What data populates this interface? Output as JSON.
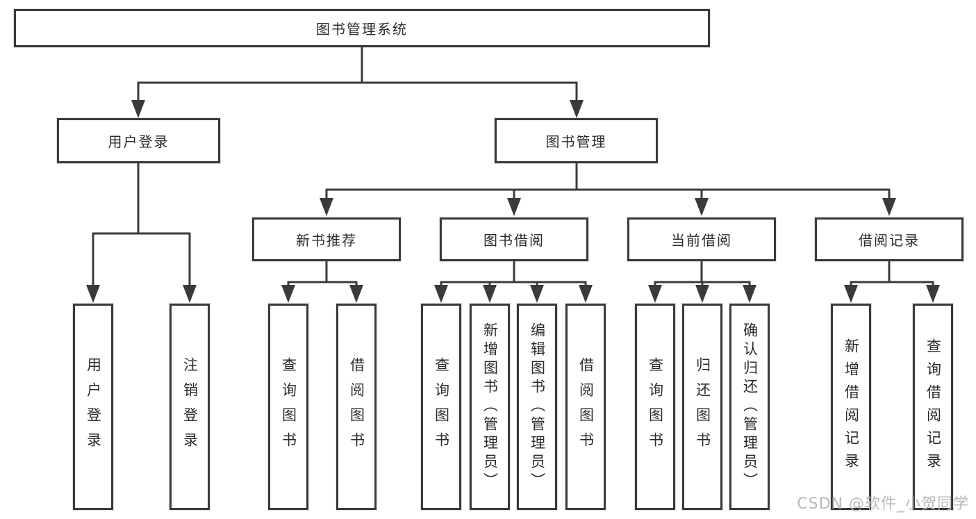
{
  "colors": {
    "line": "#3a3a3a",
    "text": "#2b2b2b",
    "background": "#ffffff",
    "watermark": "#b9b9b9"
  },
  "diagram": {
    "root": "图书管理系统",
    "user_login": {
      "label": "用户登录",
      "children": [
        "用户登录",
        "注销登录"
      ]
    },
    "book_management": {
      "label": "图书管理",
      "sections": [
        {
          "label": "新书推荐",
          "children": [
            "查询图书",
            "借阅图书"
          ]
        },
        {
          "label": "图书借阅",
          "children": [
            "查询图书",
            "新增图书（管理员）",
            "编辑图书（管理员）",
            "借阅图书"
          ]
        },
        {
          "label": "当前借阅",
          "children": [
            "查询图书",
            "归还图书",
            "确认归还（管理员）"
          ]
        },
        {
          "label": "借阅记录",
          "children": [
            "新增借阅记录",
            "查询借阅记录"
          ]
        }
      ]
    }
  },
  "watermark": {
    "text": "CSDN @软件_小贺同学"
  }
}
